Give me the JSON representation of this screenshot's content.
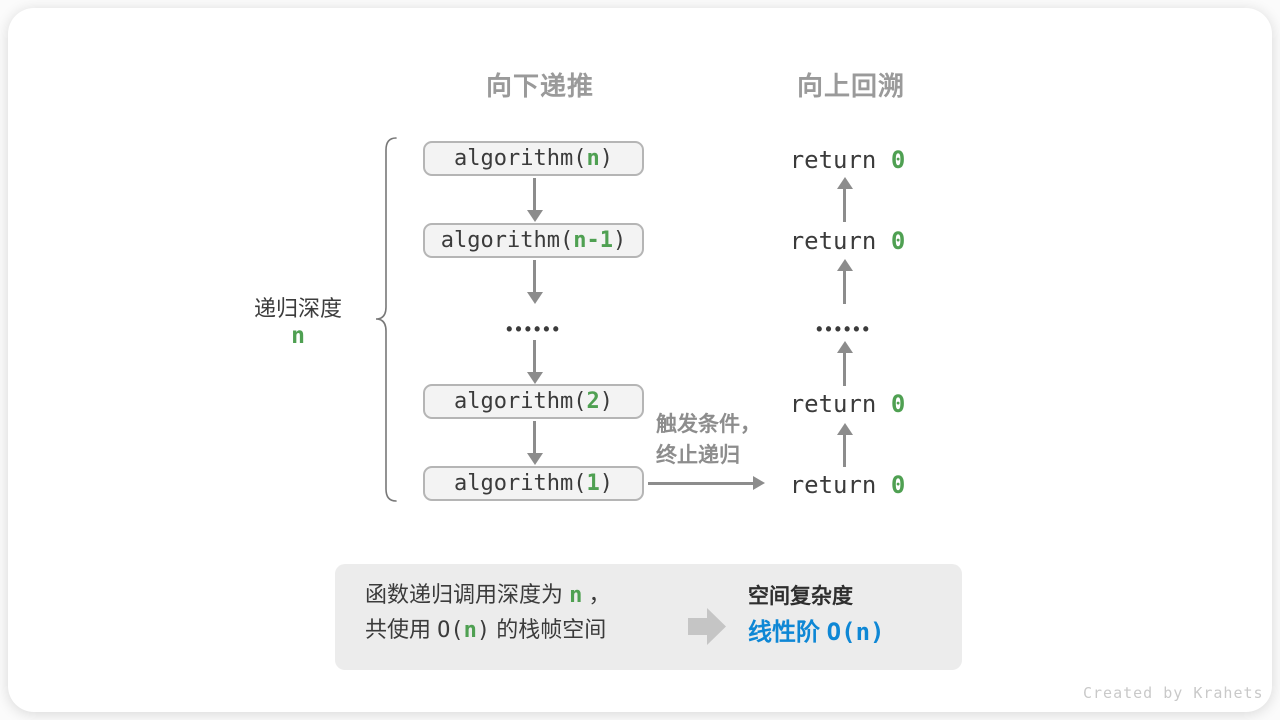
{
  "headers": {
    "down": "向下递推",
    "up": "向上回溯"
  },
  "depth_label": {
    "text": "递归深度",
    "var": "n"
  },
  "call_stack": {
    "boxes": [
      {
        "prefix": "algorithm(",
        "arg": "n",
        "suffix": ")"
      },
      {
        "prefix": "algorithm(",
        "arg": "n-1",
        "suffix": ")"
      },
      {
        "prefix": "algorithm(",
        "arg": "2",
        "suffix": ")"
      },
      {
        "prefix": "algorithm(",
        "arg": "1",
        "suffix": ")"
      }
    ],
    "ellipsis": "••••••"
  },
  "returns": {
    "keyword": "return",
    "value": "0",
    "ellipsis": "••••••"
  },
  "trigger_note": {
    "line1": "触发条件，",
    "line2": "终止递归"
  },
  "summary": {
    "left_line1_pre": "函数递归调用深度为",
    "left_line1_var": "n",
    "left_line1_post": "，",
    "left_line2_pre": "共使用",
    "left_line2_code_pre": "O(",
    "left_line2_var": "n",
    "left_line2_code_post": ")",
    "left_line2_post": "的栈帧空间",
    "right_title": "空间复杂度",
    "right_result_pre": "线性阶",
    "right_result_code": "O(n)"
  },
  "watermark": "Created by Krahets",
  "colors": {
    "green": "#4fa052",
    "blue": "#0e87d5",
    "arrow_gray": "#8c8c8c",
    "header_gray": "#9a9a9a",
    "box_bg": "#f3f3f3",
    "box_border": "#b5b5b5",
    "panel_bg": "#ececec",
    "text_dark": "#3b3b3b",
    "watermark_gray": "#c9c9c9",
    "block_arrow_gray": "#c5c5c5"
  }
}
